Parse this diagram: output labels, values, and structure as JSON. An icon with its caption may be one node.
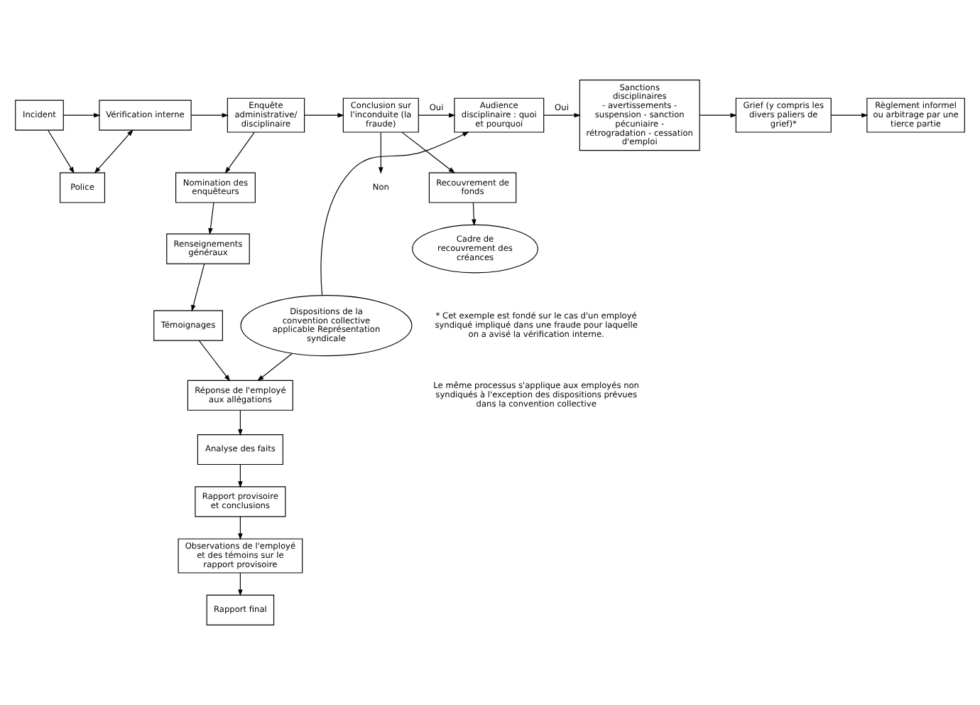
{
  "diagram": {
    "nodes": [
      {
        "text": [
          "Incident"
        ]
      },
      {
        "text": [
          "Vérification interne"
        ]
      },
      {
        "text": [
          "Enquête administrative/ disciplinaire"
        ]
      },
      {
        "text": [
          "Conclusion sur l'inconduite (la fraude)"
        ]
      },
      {
        "text": [
          "Audience disciplinaire : quoi et pourquoi"
        ]
      },
      {
        "text": [
          "Sanctions disciplinaires",
          "- avertissements - suspension - sanction pécuniaire - rétrogradation - cessation d'emploi"
        ]
      },
      {
        "text": [
          "Grief (y compris les divers paliers de grief)*"
        ]
      },
      {
        "text": [
          "Règlement informel ou arbitrage par une tierce partie"
        ]
      },
      {
        "text": [
          "Police"
        ]
      },
      {
        "text": [
          "Nomination des enquêteurs"
        ]
      },
      {
        "text": [
          "Non"
        ]
      },
      {
        "text": [
          "Recouvrement de fonds"
        ]
      },
      {
        "text": [
          "Renseignements généraux"
        ]
      },
      {
        "text": [
          "Cadre de recouvrement des créances"
        ]
      },
      {
        "text": [
          "Témoignages"
        ]
      },
      {
        "text": [
          "Dispositions de la convention collective applicable Représentation syndicale"
        ]
      },
      {
        "text": [
          "Réponse de l'employé aux allégations"
        ]
      },
      {
        "text": [
          "Analyse des faits"
        ]
      },
      {
        "text": [
          "Rapport provisoire et conclusions"
        ]
      },
      {
        "text": [
          "Observations de l'employé et des témoins sur le rapport provisoire"
        ]
      },
      {
        "text": [
          "Rapport final"
        ]
      }
    ],
    "edges": [
      {
        "from": 0,
        "to": 1,
        "arrow": "to"
      },
      {
        "from": 1,
        "to": 2,
        "arrow": "to"
      },
      {
        "from": 2,
        "to": 3,
        "arrow": "to"
      },
      {
        "from": 3,
        "to": 4,
        "arrow": "to",
        "label": "Oui"
      },
      {
        "from": 4,
        "to": 5,
        "arrow": "to",
        "label": "Oui"
      },
      {
        "from": 5,
        "to": 6,
        "arrow": "to"
      },
      {
        "from": 6,
        "to": 7,
        "arrow": "to"
      },
      {
        "from": 1,
        "to": 8,
        "arrow": "both"
      },
      {
        "from": 0,
        "to": 8,
        "arrow": "to"
      },
      {
        "from": 2,
        "to": 9,
        "arrow": "to"
      },
      {
        "from": 9,
        "to": 12,
        "arrow": "to"
      },
      {
        "from": 12,
        "to": 14,
        "arrow": "to"
      },
      {
        "from": 14,
        "to": 16,
        "arrow": "to"
      },
      {
        "from": 16,
        "to": 17,
        "arrow": "to"
      },
      {
        "from": 17,
        "to": 18,
        "arrow": "to"
      },
      {
        "from": 18,
        "to": 19,
        "arrow": "to"
      },
      {
        "from": 19,
        "to": 20,
        "arrow": "to"
      },
      {
        "from": 3,
        "to": 10,
        "arrow": "to"
      },
      {
        "from": 3,
        "to": 11,
        "arrow": "to"
      },
      {
        "from": 11,
        "to": 13,
        "arrow": "to"
      },
      {
        "from": 15,
        "to": 16,
        "arrow": "to"
      },
      {
        "from": 15,
        "to": 4,
        "arrow": "to"
      }
    ],
    "labels": [
      "* Cet exemple est fondé sur le cas d'un employé syndiqué impliqué dans une fraude pour laquelle on a avisé la vérification interne.",
      "Le même processus s'applique aux employés non syndiqués à l'exception des dispositions prévues dans la convention collective"
    ]
  }
}
